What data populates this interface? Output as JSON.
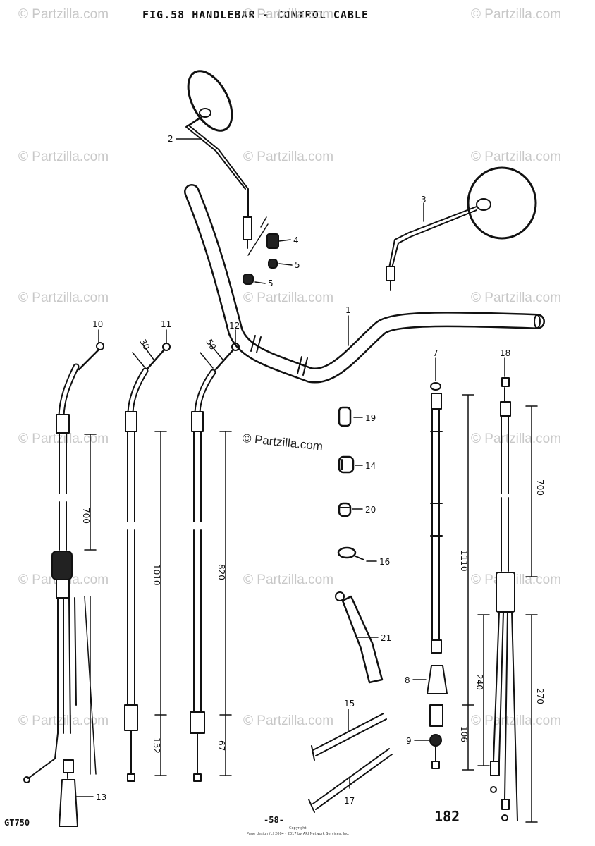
{
  "figure": {
    "title": "FIG.58  HANDLEBAR - CONTROL CABLE",
    "model": "GT750",
    "page": "-58-",
    "plate": "182",
    "copyright_line1": "Copyright",
    "copyright_line2": "Page design (c) 2004 - 2017 by ARI Network Services, Inc."
  },
  "watermark": {
    "text": "© Partzilla.com",
    "center_text": "© Partzilla.com"
  },
  "callouts": {
    "c1": "1",
    "c2": "2",
    "c3": "3",
    "c4": "4",
    "c5a": "5",
    "c5b": "5",
    "c7": "7",
    "c8": "8",
    "c9": "9",
    "c10": "10",
    "c11": "11",
    "c12": "12",
    "c13": "13",
    "c14": "14",
    "c15": "15",
    "c16": "16",
    "c17": "17",
    "c18": "18",
    "c19": "19",
    "c20": "20",
    "c21": "21"
  },
  "dimensions": {
    "d700a": "700",
    "d1010": "1010",
    "d820": "820",
    "d1110": "1110",
    "d700b": "700",
    "d30": "30",
    "d50": "50",
    "d132": "132",
    "d67": "67",
    "d106": "106",
    "d240": "240",
    "d270": "270"
  }
}
